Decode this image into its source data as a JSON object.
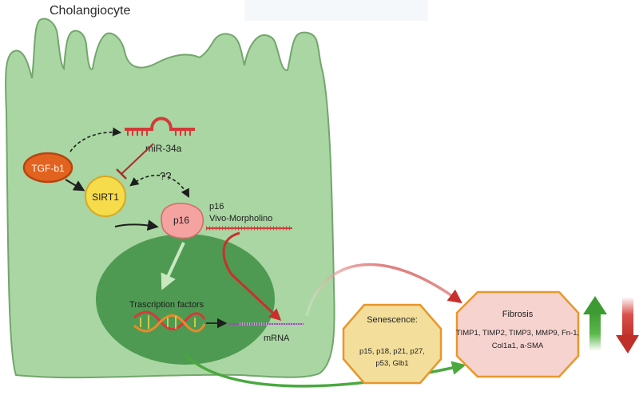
{
  "title": "Cholangiocyte",
  "colors": {
    "cell_fill": "#a9d6a2",
    "cell_stroke": "#73a66c",
    "nucleus": "#4f9a52",
    "tgf": "#e2631f",
    "sirt1": "#f6db4a",
    "p16": "#f4a3a1",
    "mir": "#d33a3a",
    "arrow_red": "#c9302c",
    "arrow_green": "#4aa83f",
    "senescence_fill": "#f3df9b",
    "senescence_stroke": "#e9962c",
    "fibrosis_fill": "#f7d3cf",
    "fibrosis_stroke": "#e9962c"
  },
  "nodes": {
    "tgf_b1": "TGF-b1",
    "sirt1": "SIRT1",
    "p16": "p16",
    "mir34a": "miR-34a",
    "unknown": "??",
    "morpholino_line1": "p16",
    "morpholino_line2": "Vivo-Morpholino",
    "transcription": "Trascription factors",
    "mrna": "mRNA"
  },
  "senescence": {
    "title": "Senescence:",
    "line1": "p15, p18, p21, p27,",
    "line2": "p53, Glb1"
  },
  "fibrosis": {
    "title": "Fibrosis",
    "line1": "TIMP1, TIMP2, TIMP3, MMP9, Fn-1,",
    "line2": "Col1a1, a-SMA"
  },
  "indicators": {
    "up": "up-arrow-icon",
    "down": "down-arrow-icon"
  }
}
